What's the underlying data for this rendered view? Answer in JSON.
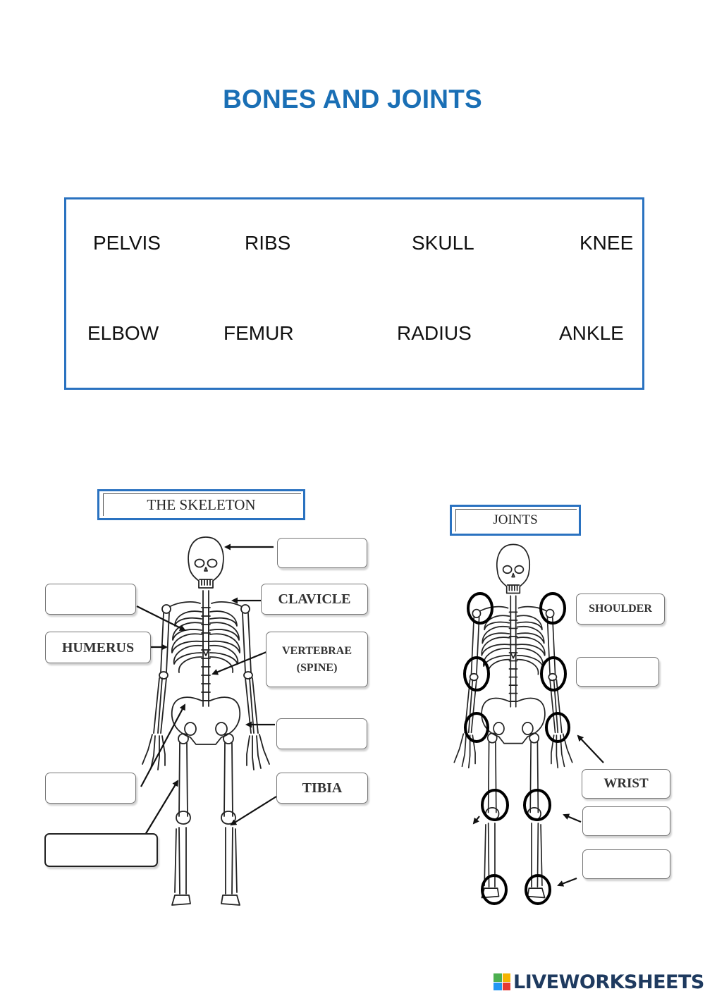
{
  "title": "BONES AND JOINTS",
  "word_bank": [
    "PELVIS",
    "RIBS",
    "SKULL",
    "KNEE",
    "ELBOW",
    "FEMUR",
    "RADIUS",
    "ANKLE"
  ],
  "skeleton_section": {
    "header": "THE SKELETON",
    "labels": {
      "skull": "",
      "ribs": "",
      "humerus": "HUMERUS",
      "clavicle": "CLAVICLE",
      "vertebrae_line1": "VERTEBRAE",
      "vertebrae_line2": "(SPINE)",
      "radius": "",
      "pelvis": "",
      "femur": "",
      "tibia": "TIBIA"
    }
  },
  "joints_section": {
    "header": "JOINTS",
    "labels": {
      "shoulder": "SHOULDER",
      "elbow": "",
      "wrist": "WRIST",
      "knee": "",
      "ankle": ""
    }
  },
  "footer_logo": "LIVEWORKSHEETS",
  "colors": {
    "title": "#1a6fb5",
    "box_border": "#2a72c0",
    "logo_text": "#1e3a5f"
  }
}
